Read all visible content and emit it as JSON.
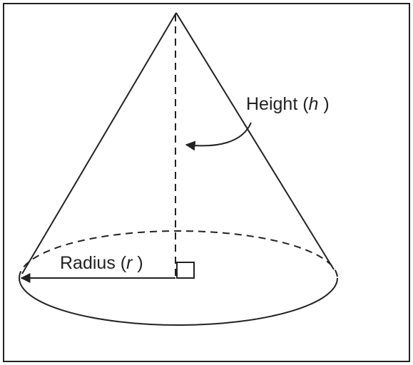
{
  "diagram": {
    "height_label": {
      "prefix": "Height (",
      "variable": "h",
      "suffix": " )"
    },
    "radius_label": {
      "prefix": "Radius (",
      "variable": "r",
      "suffix": " )"
    },
    "colors": {
      "stroke": "#222222",
      "background": "#ffffff"
    }
  }
}
